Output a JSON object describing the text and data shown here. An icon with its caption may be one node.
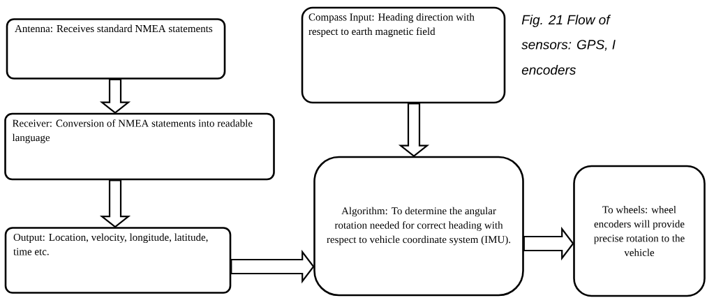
{
  "diagram": {
    "nodes": [
      {
        "text": [
          "Antenna: Receives standard NMEA statements"
        ]
      },
      {
        "text": [
          "Receiver: Conversion of NMEA statements into readable language"
        ]
      },
      {
        "text": [
          "Output: Location, velocity, longitude, latitude, time etc."
        ]
      },
      {
        "text": [
          "Compass Input: Heading direction with respect to earth magnetic field"
        ]
      },
      {
        "text": [
          "Algorithm: To determine the angular rotation needed for correct heading with respect to vehicle coordinate system (IMU)."
        ]
      },
      {
        "text": [
          "To wheels: wheel encoders will provide precise rotation to the vehicle"
        ]
      }
    ],
    "edges": [
      {
        "from": 0,
        "to": 1,
        "arrow": "to"
      },
      {
        "from": 1,
        "to": 2,
        "arrow": "to"
      },
      {
        "from": 3,
        "to": 4,
        "arrow": "to"
      },
      {
        "from": 2,
        "to": 4,
        "arrow": "to"
      },
      {
        "from": 4,
        "to": 5,
        "arrow": "to"
      }
    ],
    "labels": [
      "Fig. 21 Flow of",
      "sensors: GPS, I",
      "encoders"
    ]
  }
}
